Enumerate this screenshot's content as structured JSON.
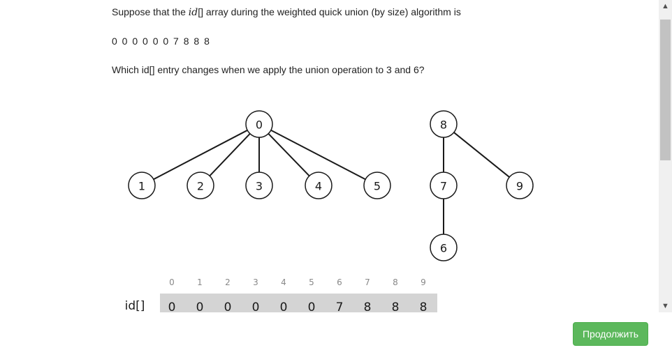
{
  "question": {
    "intro_before": "Suppose that the ",
    "intro_math": "id",
    "intro_after": "[] array during the weighted quick union (by size) algorithm is",
    "array_text": "0 0 0 0 0 0 7 8 8 8",
    "ask": "Which id[] entry changes when we apply the union operation to 3 and 6?"
  },
  "tree": {
    "nodes": [
      "0",
      "1",
      "2",
      "3",
      "4",
      "5",
      "6",
      "7",
      "8",
      "9"
    ],
    "edges": [
      [
        "0",
        "1"
      ],
      [
        "0",
        "2"
      ],
      [
        "0",
        "3"
      ],
      [
        "0",
        "4"
      ],
      [
        "0",
        "5"
      ],
      [
        "8",
        "7"
      ],
      [
        "8",
        "9"
      ],
      [
        "7",
        "6"
      ]
    ]
  },
  "id_array": {
    "name": "id[]",
    "indices": [
      "0",
      "1",
      "2",
      "3",
      "4",
      "5",
      "6",
      "7",
      "8",
      "9"
    ],
    "values": [
      "0",
      "0",
      "0",
      "0",
      "0",
      "0",
      "7",
      "8",
      "8",
      "8"
    ]
  },
  "scrollbar": {
    "up_icon": "▲",
    "down_icon": "▼"
  },
  "continue_button": {
    "label": "Продолжить",
    "color": "#5cb85c"
  }
}
